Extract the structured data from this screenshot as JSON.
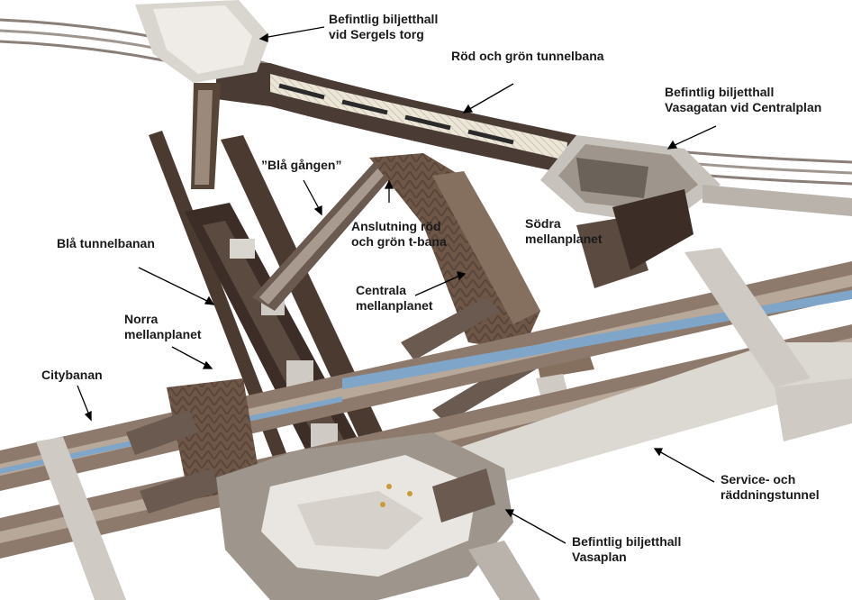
{
  "labels": {
    "sergels_torg": [
      "Befintlig biljetthall",
      "vid Sergels torg"
    ],
    "rod_gron_tunnelbana": [
      "Röd och grön tunnelbana"
    ],
    "vasagatan": [
      "Befintlig biljetthall",
      "Vasagatan vid Centralplan"
    ],
    "bla_gangen": [
      "”Blå gången”"
    ],
    "anslutning": [
      "Anslutning röd",
      "och grön t-bana"
    ],
    "sodra": [
      "Södra",
      "mellanplanet"
    ],
    "bla_tunnelbanan": [
      "Blå tunnelbanan"
    ],
    "centrala": [
      "Centrala",
      "mellanplanet"
    ],
    "norra": [
      "Norra",
      "mellanplanet"
    ],
    "citybanan": [
      "Citybanan"
    ],
    "service": [
      "Service- och",
      "räddningstunnel"
    ],
    "vasaplan": [
      "Befintlig biljetthall",
      "Vasaplan"
    ]
  },
  "colors": {
    "structure_dark": "#3a2e28",
    "structure_mid": "#5b4a40",
    "floor_brown": "#6e5747",
    "concrete": "#cfcac4",
    "concrete_light": "#e4e1dc",
    "rail_blue": "#7fa6c9",
    "label_text": "#1a1a1a"
  }
}
